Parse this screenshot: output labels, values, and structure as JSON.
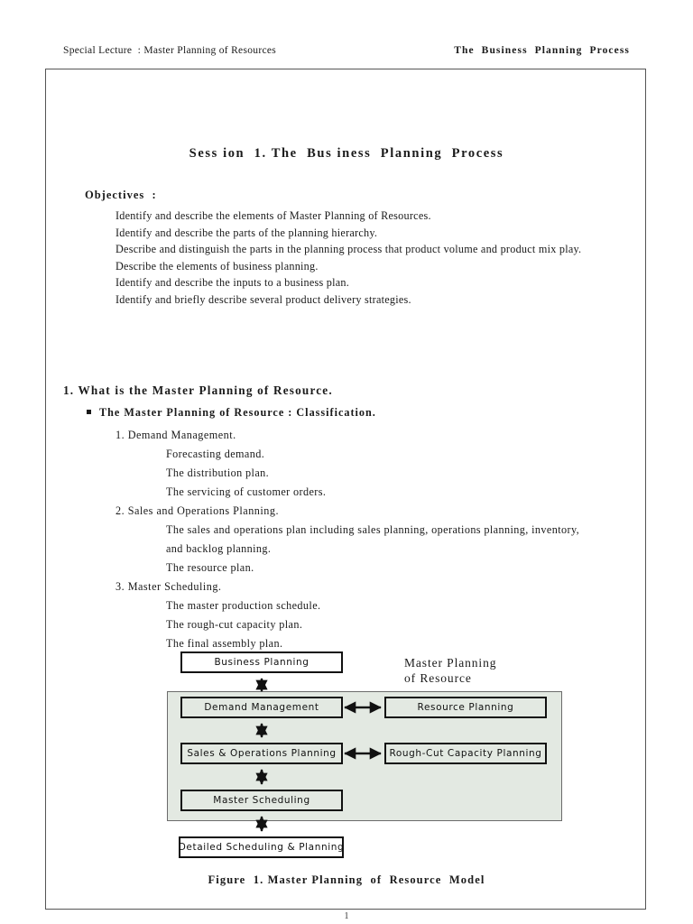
{
  "header": {
    "left": "Special Lecture  : Master Planning of Resources",
    "right": "The  Business  Planning  Process"
  },
  "title": "Sess ion  1. The  Bus iness  Planning  Process",
  "objectives": {
    "heading": "Objectives  :",
    "items": [
      "Identify and describe the elements of Master Planning of Resources.",
      "Identify and describe the parts of the planning hierarchy.",
      "Describe and distinguish the parts in the planning process that product volume and product mix play.",
      "Describe the elements of business planning.",
      "Identify and describe the inputs to a business plan.",
      "Identify and briefly describe several product delivery strategies."
    ]
  },
  "section": {
    "number_heading": "1. What is the Master Planning of Resource.",
    "bullet_heading": "The Master Planning of Resource : Classification.",
    "outline": [
      {
        "level": 1,
        "text": "1. Demand Management."
      },
      {
        "level": 2,
        "text": "Forecasting demand."
      },
      {
        "level": 2,
        "text": "The distribution plan."
      },
      {
        "level": 2,
        "text": "The servicing of customer orders."
      },
      {
        "level": 1,
        "text": "2. Sales and Operations Planning."
      },
      {
        "level": 2,
        "text": "The sales and operations plan including sales planning, operations planning, inventory,"
      },
      {
        "level": 2,
        "text": "and backlog planning."
      },
      {
        "level": 2,
        "text": "The resource plan."
      },
      {
        "level": 1,
        "text": "3. Master Scheduling."
      },
      {
        "level": 2,
        "text": "The master production schedule."
      },
      {
        "level": 2,
        "text": "The rough-cut capacity plan."
      },
      {
        "level": 2,
        "text": "The final assembly plan."
      }
    ]
  },
  "diagram": {
    "region_label_line1": "Master Planning",
    "region_label_line2": "of Resource",
    "shade_color": "#e3e9e2",
    "boxes": {
      "business_planning": "Business Planning",
      "demand_management": "Demand Management",
      "sales_operations_planning": "Sales & Operations Planning",
      "master_scheduling": "Master Scheduling",
      "detailed_scheduling": "Detailed Scheduling & Planning",
      "resource_planning": "Resource Planning",
      "rough_cut_capacity_planning": "Rough-Cut Capacity Planning"
    },
    "caption": "Figure  1. Master Planning  of  Resource  Model"
  },
  "page_number": "1"
}
